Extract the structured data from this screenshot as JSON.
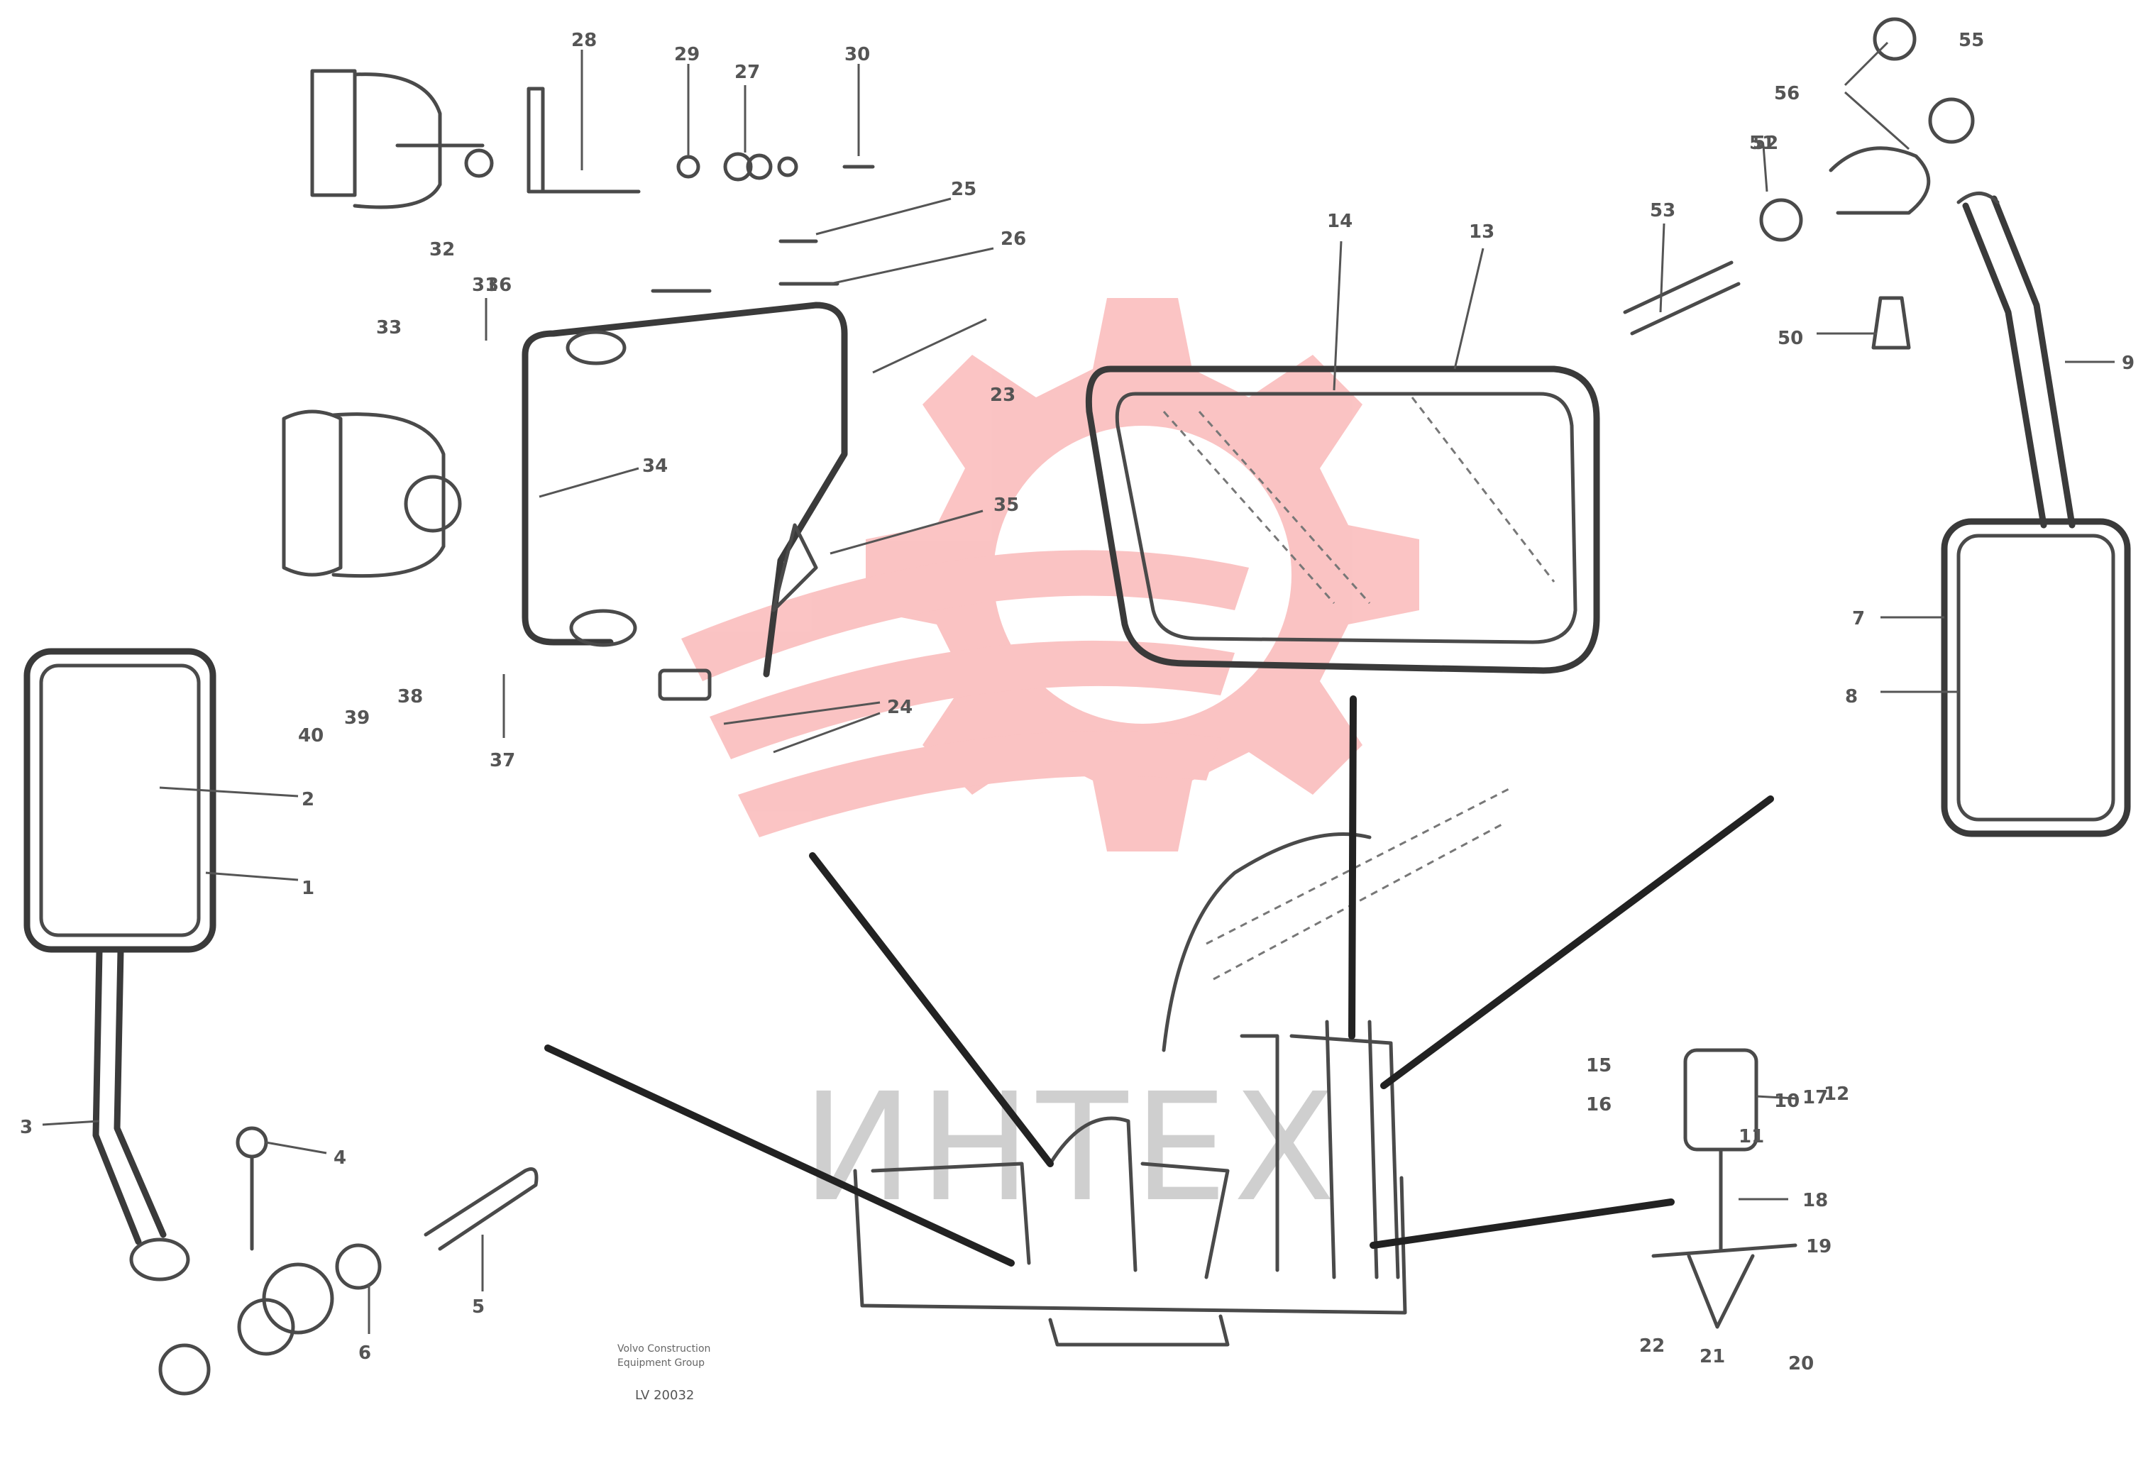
{
  "watermark": {
    "text": "ИНТЕХ",
    "color": "#f24b4b"
  },
  "figure": {
    "caption_line1": "Volvo Construction",
    "caption_line2": "Equipment Group",
    "code": "LV 20032"
  },
  "callouts": {
    "c1": "1",
    "c2": "2",
    "c3": "3",
    "c4": "4",
    "c5": "5",
    "c6": "6",
    "c7": "7",
    "c8": "8",
    "c9": "9",
    "c10": "10",
    "c11": "11",
    "c12": "12",
    "c13": "13",
    "c14": "14",
    "c15": "15",
    "c16": "16",
    "c17": "17",
    "c18": "18",
    "c19": "19",
    "c20": "20",
    "c21": "21",
    "c22": "22",
    "c23": "23",
    "c24": "24",
    "c25": "25",
    "c26": "26",
    "c27": "27",
    "c28": "28",
    "c29": "29",
    "c30": "30",
    "c31": "31",
    "c32": "32",
    "c33": "33",
    "c34": "34",
    "c35": "35",
    "c36": "36",
    "c37": "37",
    "c38": "38",
    "c39": "39",
    "c40": "40",
    "c50": "50",
    "c51": "51",
    "c52": "52",
    "c53": "53",
    "c55": "55",
    "c56": "56"
  }
}
